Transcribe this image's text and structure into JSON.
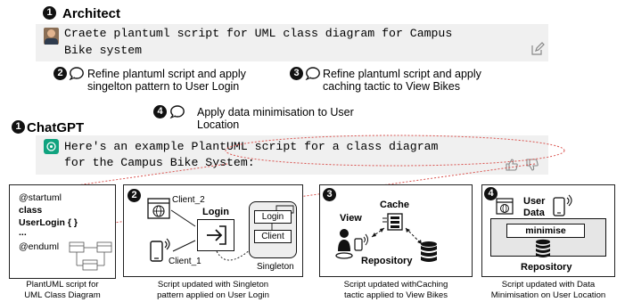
{
  "architect": {
    "number": "1",
    "title": "Architect",
    "prompt_line1": "Craete plantuml script for UML class diagram for Campus",
    "prompt_line2": "Bike system"
  },
  "refinements": [
    {
      "number": "2",
      "line1": "Refine plantuml script and apply",
      "line2": "singelton pattern to User Login"
    },
    {
      "number": "3",
      "line1": "Refine plantuml script and apply",
      "line2": "caching tactic to View Bikes"
    },
    {
      "number": "4",
      "line1": "Apply data minimisation to User",
      "line2": "Location"
    }
  ],
  "chatgpt": {
    "number": "1",
    "title": "ChatGPT",
    "reply_line1": "Here's an example PlantUML script for a class diagram",
    "reply_line2": "for the Campus Bike System:"
  },
  "panels": {
    "uml": {
      "line1": "@startuml",
      "line2": "class",
      "line3": "UserLogin { }",
      "line4": "...",
      "line5": "@enduml",
      "caption1": "PlantUML script for",
      "caption2": "UML Class Diagram"
    },
    "singleton": {
      "number": "2",
      "client2": "Client_2",
      "login": "Login",
      "inner_login": "Login",
      "inner_client": "Client",
      "singleton": "Singleton",
      "client1": "Client_1",
      "caption1": "Script updated with Singleton",
      "caption2": "pattern applied on User Login"
    },
    "caching": {
      "number": "3",
      "cache": "Cache",
      "view": "View",
      "repository": "Repository",
      "caption1": "Script updated withCaching",
      "caption2": "tactic applied to View Bikes"
    },
    "minimisation": {
      "number": "4",
      "user": "User",
      "data": "Data",
      "minimise": "minimise",
      "repository": "Repository",
      "caption1": "Script updated with Data",
      "caption2": "Minimisation on User Location"
    }
  },
  "colors": {
    "chatgpt_green": "#10a37f",
    "dotted_red": "#d9534f",
    "bar_grey": "#f0f0f0"
  }
}
